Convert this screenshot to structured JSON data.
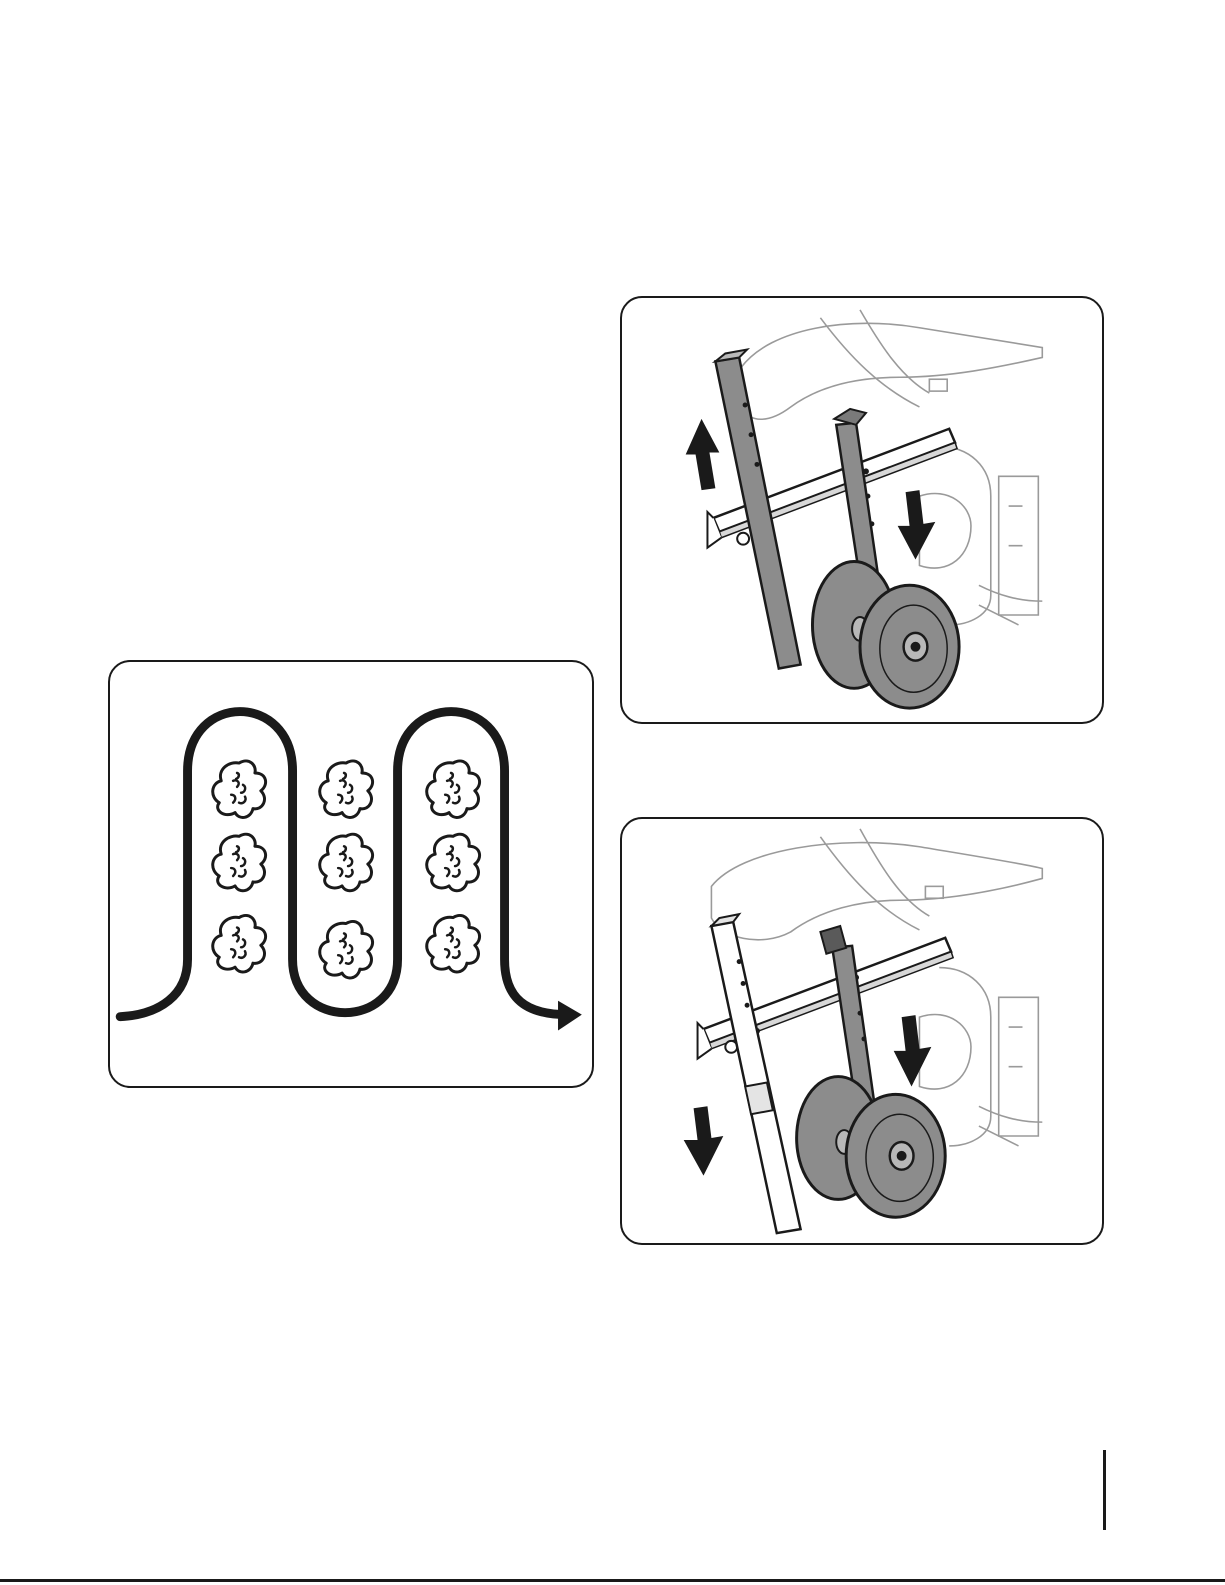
{
  "figures": [
    {
      "id": "row-pattern",
      "subject": "serpentine-tilling-path",
      "plant_rows": 3,
      "plants_per_row": 3
    },
    {
      "id": "wheels-raised",
      "subject": "depth-bar-up-wheels-down"
    },
    {
      "id": "wheels-lowered",
      "subject": "depth-bar-down-wheels-down"
    }
  ],
  "colors": {
    "line": "#1a1a1a",
    "part_gray": "#8c8c8c",
    "light_gray": "#b8b8b8",
    "sketch": "#9a9a9a"
  }
}
